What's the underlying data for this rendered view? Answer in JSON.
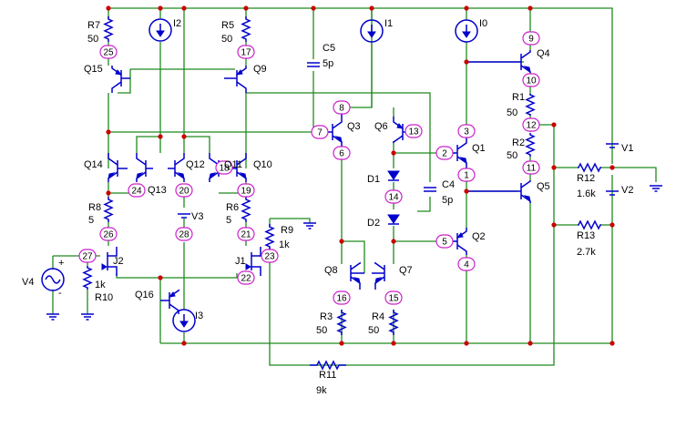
{
  "diagram": {
    "components": [
      {
        "ref": "R7",
        "value": "50"
      },
      {
        "ref": "R5",
        "value": "50"
      },
      {
        "ref": "I2",
        "value": ""
      },
      {
        "ref": "C5",
        "value": "5p"
      },
      {
        "ref": "I1",
        "value": ""
      },
      {
        "ref": "I0",
        "value": ""
      },
      {
        "ref": "Q15",
        "value": ""
      },
      {
        "ref": "Q9",
        "value": ""
      },
      {
        "ref": "Q4",
        "value": ""
      },
      {
        "ref": "R1",
        "value": "50"
      },
      {
        "ref": "Q3",
        "value": ""
      },
      {
        "ref": "Q6",
        "value": ""
      },
      {
        "ref": "Q1",
        "value": ""
      },
      {
        "ref": "R2",
        "value": "50"
      },
      {
        "ref": "V1",
        "value": ""
      },
      {
        "ref": "Q14",
        "value": ""
      },
      {
        "ref": "Q13",
        "value": ""
      },
      {
        "ref": "Q12",
        "value": ""
      },
      {
        "ref": "Q11",
        "value": ""
      },
      {
        "ref": "Q10",
        "value": ""
      },
      {
        "ref": "D1",
        "value": ""
      },
      {
        "ref": "C4",
        "value": "5p"
      },
      {
        "ref": "Q5",
        "value": ""
      },
      {
        "ref": "R12",
        "value": "1.6k"
      },
      {
        "ref": "V2",
        "value": ""
      },
      {
        "ref": "R8",
        "value": "5"
      },
      {
        "ref": "V3",
        "value": ""
      },
      {
        "ref": "R6",
        "value": "5"
      },
      {
        "ref": "R9",
        "value": "1k"
      },
      {
        "ref": "D2",
        "value": ""
      },
      {
        "ref": "Q2",
        "value": ""
      },
      {
        "ref": "R13",
        "value": "2.7k"
      },
      {
        "ref": "J2",
        "value": ""
      },
      {
        "ref": "J1",
        "value": ""
      },
      {
        "ref": "V4",
        "value": ""
      },
      {
        "ref": "R10",
        "value": "1k"
      },
      {
        "ref": "Q16",
        "value": ""
      },
      {
        "ref": "I3",
        "value": ""
      },
      {
        "ref": "Q8",
        "value": ""
      },
      {
        "ref": "Q7",
        "value": ""
      },
      {
        "ref": "R3",
        "value": "50"
      },
      {
        "ref": "R4",
        "value": "50"
      },
      {
        "ref": "R11",
        "value": "9k"
      }
    ],
    "nodes": [
      "25",
      "17",
      "9",
      "10",
      "8",
      "13",
      "3",
      "12",
      "7",
      "2",
      "6",
      "1",
      "11",
      "24",
      "20",
      "18",
      "19",
      "14",
      "26",
      "28",
      "21",
      "5",
      "27",
      "23",
      "4",
      "22",
      "16",
      "15"
    ],
    "source_marks": {
      "plus": "+",
      "minus": "-"
    }
  },
  "colors": {
    "wire": "#1f8a1f",
    "component": "#0000cc",
    "junction": "#cc0000",
    "node_border": "#cc22cc",
    "text": "#000000"
  }
}
